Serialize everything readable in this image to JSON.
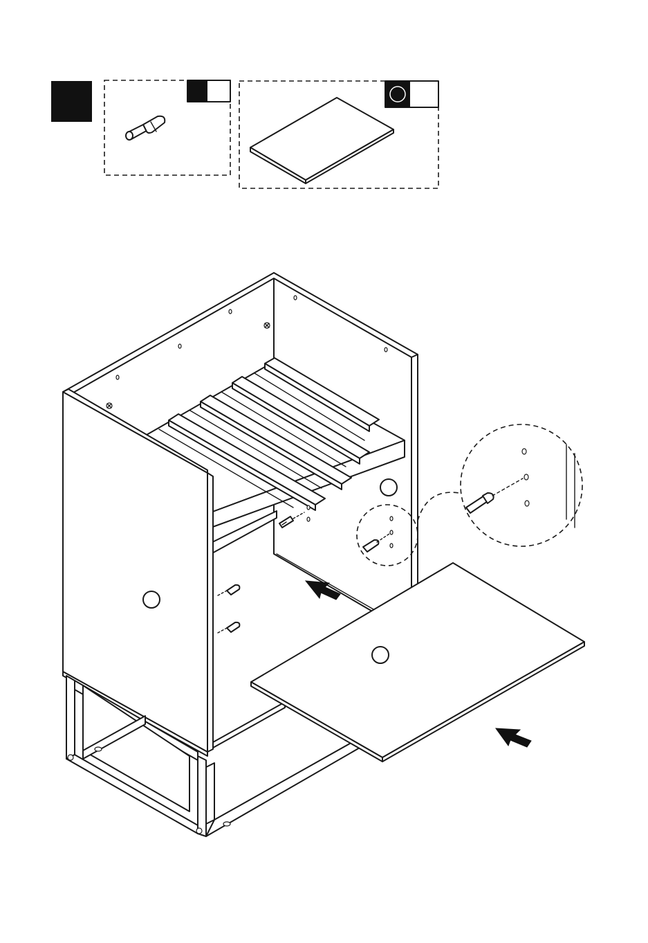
{
  "step": {
    "number": "",
    "background_color": "#111111"
  },
  "parts_panel": {
    "items": [
      {
        "icon": "shelf-pin-icon",
        "tag_fill": "#111111",
        "quantity": ""
      },
      {
        "icon": "shelf-board-icon",
        "tag_fill": "#111111",
        "tag_symbol": "circle-icon",
        "quantity": ""
      }
    ]
  },
  "assembly": {
    "cabinet": "cabinet-with-metal-frame",
    "insert_direction_arrows": 2,
    "detail_callouts": [
      "shelf-pin-hole-detail",
      "shelf-pin-magnified-detail"
    ],
    "line_color": "#1a1a1a"
  }
}
